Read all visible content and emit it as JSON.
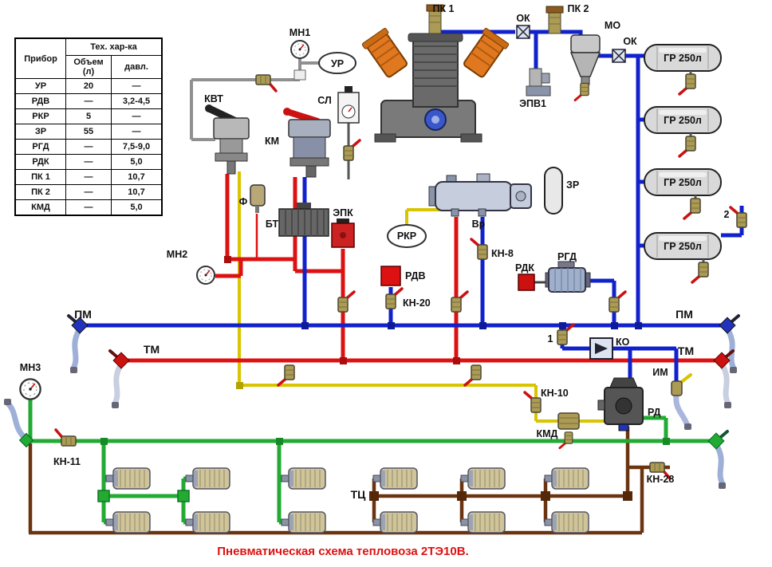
{
  "title": "Пневматическая схема тепловоза 2ТЭ10В.",
  "table": {
    "device_header": "Прибор",
    "group_header": "Тех. хар-ка",
    "volume_header": "Объем (л)",
    "pressure_header": "давл.",
    "rows": [
      {
        "name": "УР",
        "volume": "20",
        "pressure": "—"
      },
      {
        "name": "РДВ",
        "volume": "—",
        "pressure": "3,2-4,5"
      },
      {
        "name": "РКР",
        "volume": "5",
        "pressure": "—"
      },
      {
        "name": "ЗР",
        "volume": "55",
        "pressure": "—"
      },
      {
        "name": "РГД",
        "volume": "—",
        "pressure": "7,5-9,0"
      },
      {
        "name": "РДК",
        "volume": "—",
        "pressure": "5,0"
      },
      {
        "name": "ПК 1",
        "volume": "—",
        "pressure": "10,7"
      },
      {
        "name": "ПК 2",
        "volume": "—",
        "pressure": "10,7"
      },
      {
        "name": "КМД",
        "volume": "—",
        "pressure": "5,0"
      }
    ]
  },
  "labels": {
    "mn1": "МН1",
    "mn2": "МН2",
    "mn3": "МН3",
    "ur": "УР",
    "pk1": "ПК 1",
    "pk2": "ПК 2",
    "ok": "ОК",
    "mo": "МО",
    "gr": "ГР  250л",
    "epv1": "ЭПВ1",
    "kvt": "КВТ",
    "sl": "СЛ",
    "km": "КМ",
    "zr": "ЗР",
    "vr": "Вр",
    "kn8": "КН-8",
    "rkr": "РКР",
    "epk": "ЭПК",
    "bt": "БТ",
    "f": "Ф",
    "rdv": "РДВ",
    "kn20": "КН-20",
    "rdk": "РДК",
    "rgd": "РГД",
    "pm": "ПМ",
    "tm": "ТМ",
    "ko": "КО",
    "im": "ИМ",
    "kn10": "КН-10",
    "kmd": "КМД",
    "rd": "РД",
    "kn11": "КН-11",
    "kn28": "КН-28",
    "tc": "ТЦ",
    "n1": "1",
    "n2": "2"
  },
  "colors": {
    "feed_line": "#1122cc",
    "brake_line": "#dd1111",
    "cylinder_line": "#22aa33",
    "control_line": "#ddcc00",
    "aux_line": "#6b3410",
    "gray_line": "#909090",
    "caption": "#dd1111"
  }
}
